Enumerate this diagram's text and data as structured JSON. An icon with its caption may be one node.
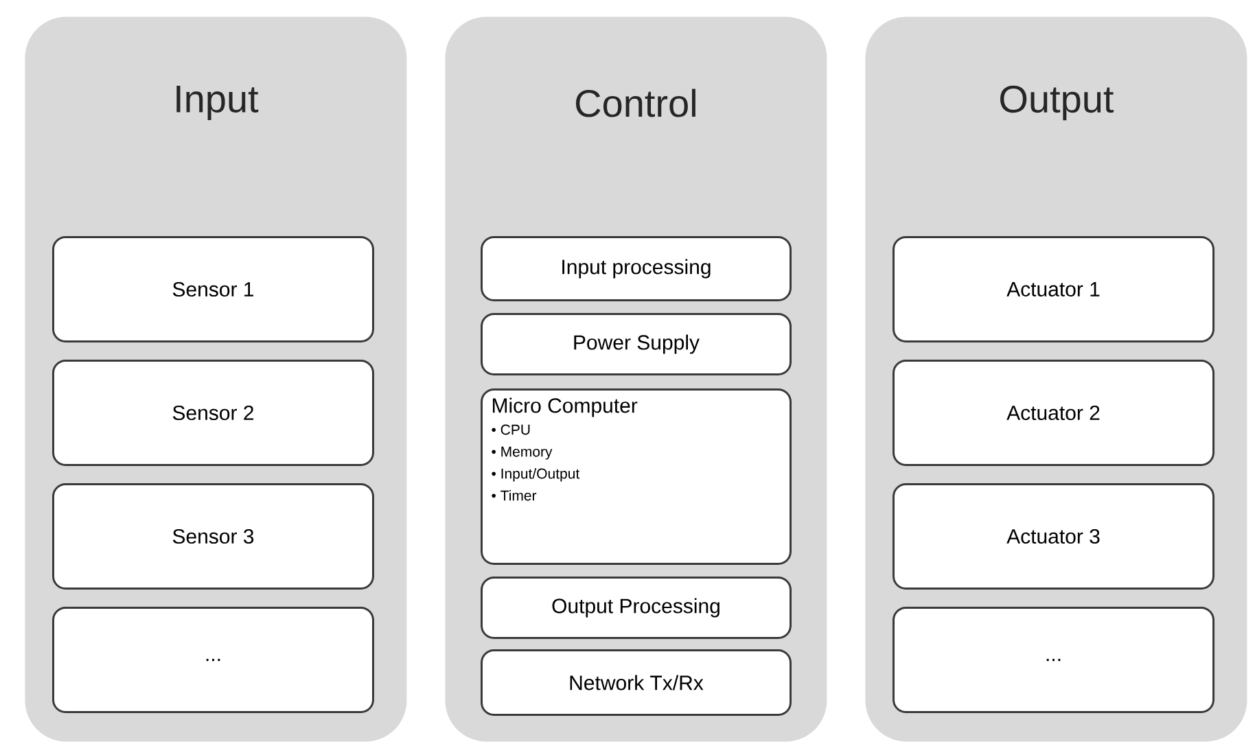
{
  "diagram": {
    "nodes": [
      {
        "text": [
          "Input"
        ]
      },
      {
        "text": [
          "Sensor 1"
        ],
        "in": 0
      },
      {
        "text": [
          "Sensor 2"
        ],
        "in": 0
      },
      {
        "text": [
          "Sensor 3"
        ],
        "in": 0
      },
      {
        "text": [
          "..."
        ],
        "in": 0
      },
      {
        "text": [
          "Control"
        ]
      },
      {
        "text": [
          "Input processing"
        ],
        "in": 5
      },
      {
        "text": [
          "Power Supply"
        ],
        "in": 5
      },
      {
        "text": [
          "Micro Computer",
          "• CPU",
          "• Memory",
          "• Input/Output",
          "• Timer"
        ],
        "in": 5
      },
      {
        "text": [
          "Output Processing"
        ],
        "in": 5
      },
      {
        "text": [
          "Network Tx/Rx"
        ],
        "in": 5
      },
      {
        "text": [
          "Output"
        ]
      },
      {
        "text": [
          "Actuator 1"
        ],
        "in": 11
      },
      {
        "text": [
          "Actuator 2"
        ],
        "in": 11
      },
      {
        "text": [
          "Actuator 3"
        ],
        "in": 11
      },
      {
        "text": [
          "..."
        ],
        "in": 11
      }
    ]
  }
}
